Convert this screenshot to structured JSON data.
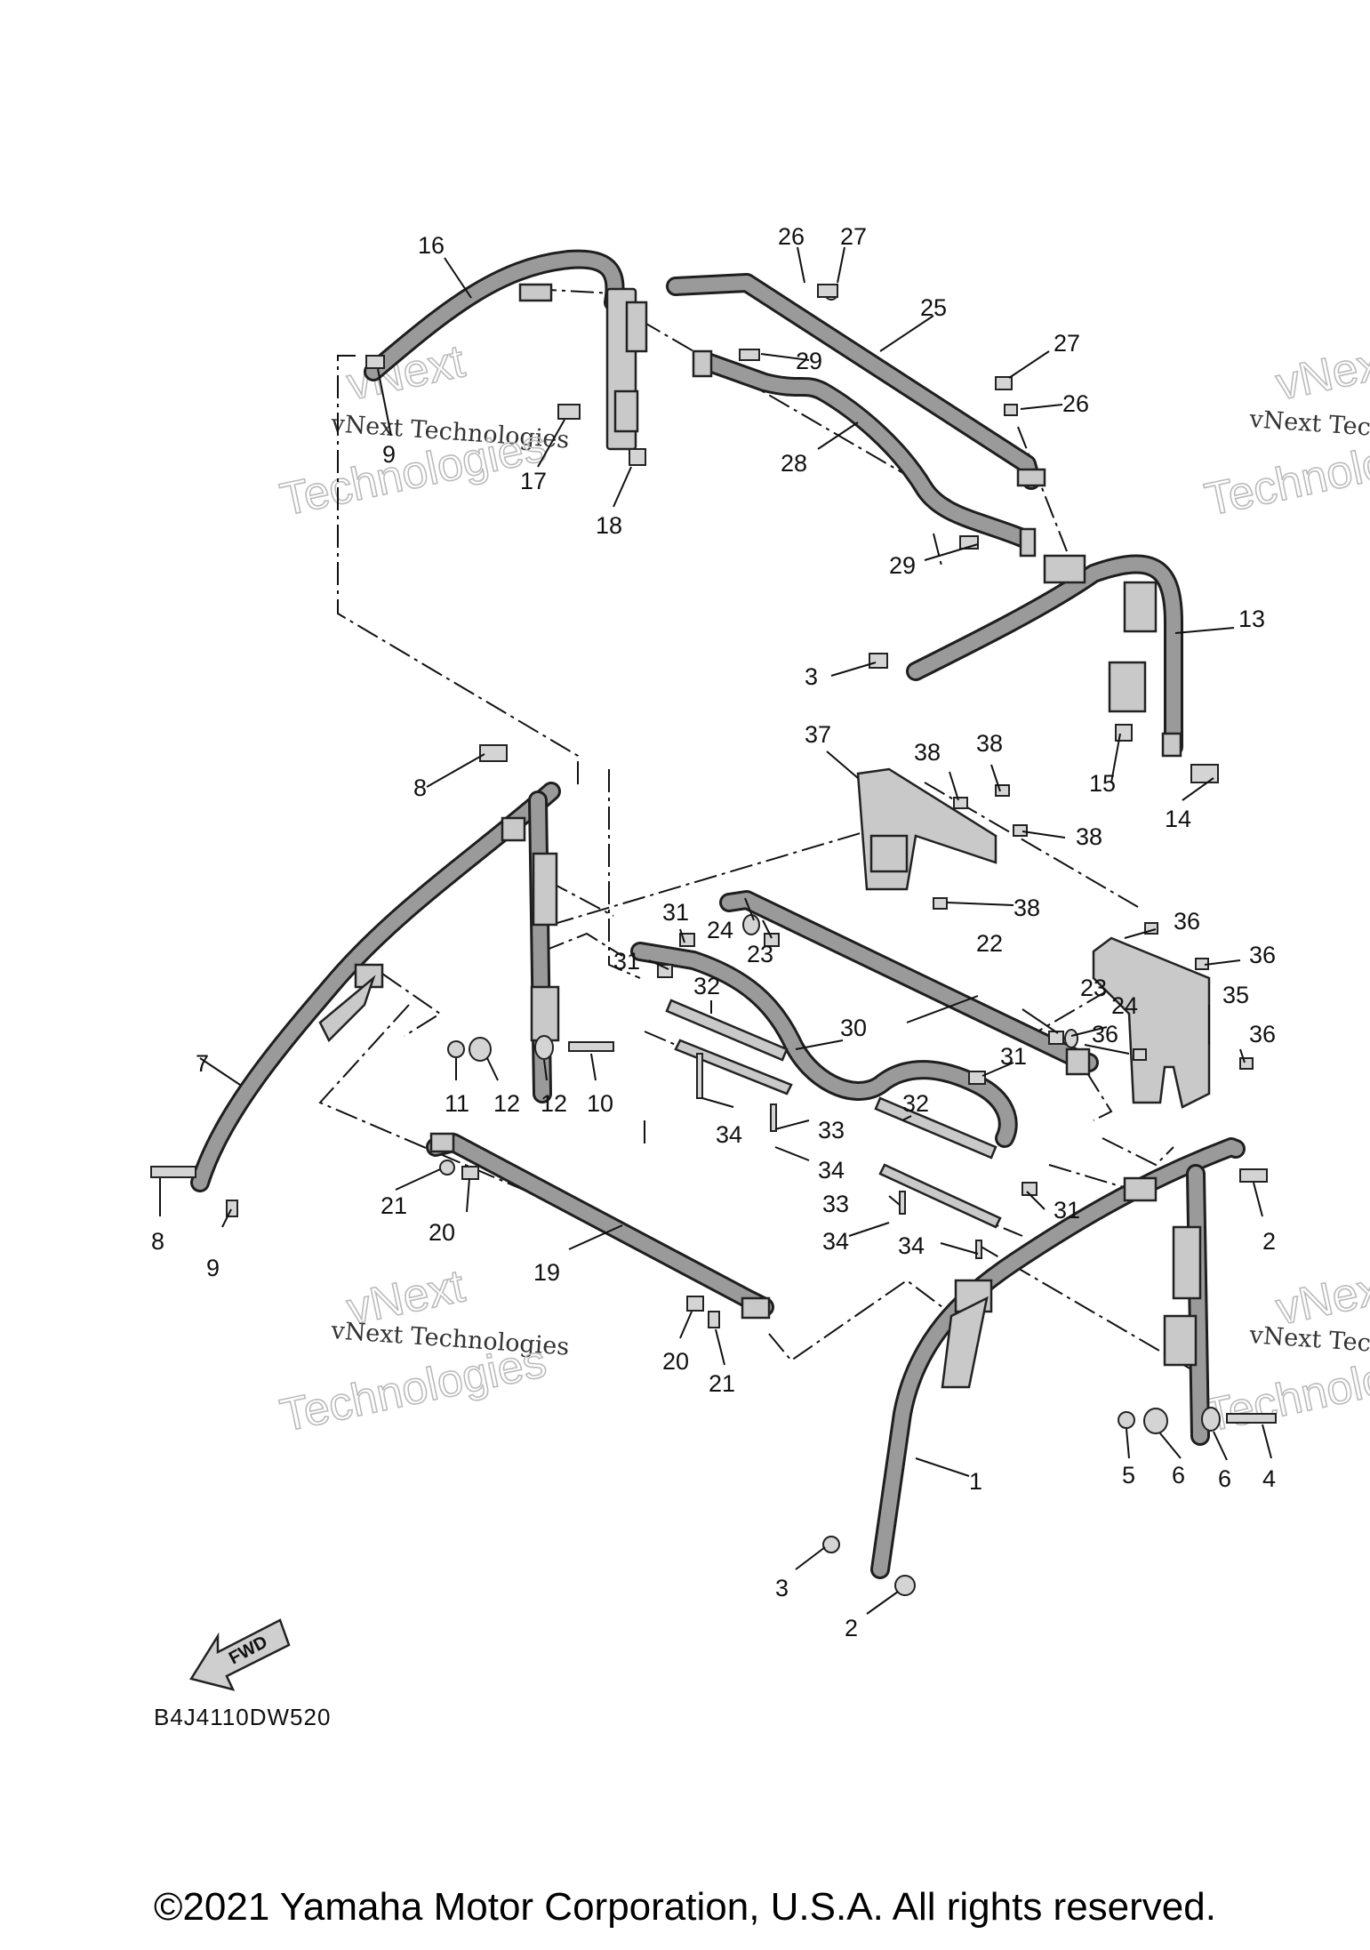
{
  "diagram": {
    "drawing_code": "B4J4110DW520",
    "fwd_label": "FWD",
    "copyright": "©2021 Yamaha Motor Corporation, U.S.A. All rights reserved.",
    "watermark": {
      "line": "vNext Technologies",
      "big_top": "vNext",
      "big_bottom": "Technologies"
    },
    "callouts": [
      {
        "id": "c16",
        "label": "16"
      },
      {
        "id": "c26a",
        "label": "26"
      },
      {
        "id": "c27a",
        "label": "27"
      },
      {
        "id": "c25",
        "label": "25"
      },
      {
        "id": "c29a",
        "label": "29"
      },
      {
        "id": "c27b",
        "label": "27"
      },
      {
        "id": "c26b",
        "label": "26"
      },
      {
        "id": "c9a",
        "label": "9"
      },
      {
        "id": "c17",
        "label": "17"
      },
      {
        "id": "c28",
        "label": "28"
      },
      {
        "id": "c18",
        "label": "18"
      },
      {
        "id": "c29b",
        "label": "29"
      },
      {
        "id": "c13",
        "label": "13"
      },
      {
        "id": "c3a",
        "label": "3"
      },
      {
        "id": "c37",
        "label": "37"
      },
      {
        "id": "c38a",
        "label": "38"
      },
      {
        "id": "c38b",
        "label": "38"
      },
      {
        "id": "c38c",
        "label": "38"
      },
      {
        "id": "c15",
        "label": "15"
      },
      {
        "id": "c14",
        "label": "14"
      },
      {
        "id": "c8a",
        "label": "8"
      },
      {
        "id": "c38d",
        "label": "38"
      },
      {
        "id": "c31a",
        "label": "31"
      },
      {
        "id": "c24a",
        "label": "24"
      },
      {
        "id": "c23a",
        "label": "23"
      },
      {
        "id": "c36a",
        "label": "36"
      },
      {
        "id": "c22",
        "label": "22"
      },
      {
        "id": "c36b",
        "label": "36"
      },
      {
        "id": "c31b",
        "label": "31"
      },
      {
        "id": "c32a",
        "label": "32"
      },
      {
        "id": "c23b",
        "label": "23"
      },
      {
        "id": "c24b",
        "label": "24"
      },
      {
        "id": "c35",
        "label": "35"
      },
      {
        "id": "c36c",
        "label": "36"
      },
      {
        "id": "c36d",
        "label": "36"
      },
      {
        "id": "c30",
        "label": "30"
      },
      {
        "id": "c31c",
        "label": "31"
      },
      {
        "id": "c7",
        "label": "7"
      },
      {
        "id": "c11",
        "label": "11"
      },
      {
        "id": "c12a",
        "label": "12"
      },
      {
        "id": "c12b",
        "label": "12"
      },
      {
        "id": "c10",
        "label": "10"
      },
      {
        "id": "c32b",
        "label": "32"
      },
      {
        "id": "c34a",
        "label": "34"
      },
      {
        "id": "c33a",
        "label": "33"
      },
      {
        "id": "c34b",
        "label": "34"
      },
      {
        "id": "c33b",
        "label": "33"
      },
      {
        "id": "c31d",
        "label": "31"
      },
      {
        "id": "c2a",
        "label": "2"
      },
      {
        "id": "c34c",
        "label": "34"
      },
      {
        "id": "c34d",
        "label": "34"
      },
      {
        "id": "c8b",
        "label": "8"
      },
      {
        "id": "c9b",
        "label": "9"
      },
      {
        "id": "c21a",
        "label": "21"
      },
      {
        "id": "c20a",
        "label": "20"
      },
      {
        "id": "c19",
        "label": "19"
      },
      {
        "id": "c20b",
        "label": "20"
      },
      {
        "id": "c21b",
        "label": "21"
      },
      {
        "id": "c1",
        "label": "1"
      },
      {
        "id": "c5",
        "label": "5"
      },
      {
        "id": "c6a",
        "label": "6"
      },
      {
        "id": "c6b",
        "label": "6"
      },
      {
        "id": "c4",
        "label": "4"
      },
      {
        "id": "c3b",
        "label": "3"
      },
      {
        "id": "c2b",
        "label": "2"
      }
    ]
  }
}
